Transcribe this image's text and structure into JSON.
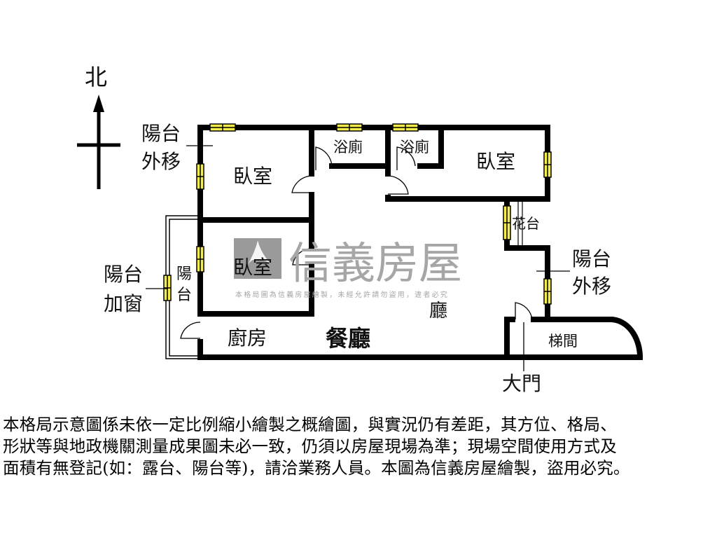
{
  "compass": {
    "label": "北"
  },
  "rooms": {
    "bedroom_1": "臥室",
    "bedroom_2": "臥室",
    "bedroom_3": "臥室",
    "bathroom_1": "浴廁",
    "bathroom_2": "浴廁",
    "living_room": "廳",
    "dining_room": "餐廳",
    "kitchen": "廚房",
    "stairwell": "梯間",
    "planter": "花台",
    "balcony_small_line1": "陽",
    "balcony_small_line2": "台"
  },
  "annotations": {
    "balcony_moved_nw_line1": "陽台",
    "balcony_moved_nw_line2": "外移",
    "balcony_moved_e_line1": "陽台",
    "balcony_moved_e_line2": "外移",
    "balcony_window_line1": "陽台",
    "balcony_window_line2": "加窗",
    "main_door": "大門"
  },
  "watermark": {
    "brand": "信義房屋",
    "notice": "本格局圖為信義房屋繪製，未經允許請勿盜用，違者必究"
  },
  "colors": {
    "wall": "#000000",
    "window_fill": "#f5ee4a",
    "watermark": "#a6a6a6",
    "logo_bg": "#9a9a9a"
  },
  "disclaimer": {
    "line1": "本格局示意圖係未依一定比例縮小繪製之概繪圖，與實況仍有差距，其方位、格局、",
    "line2": "形狀等與地政機關測量成果圖未必一致，仍須以房屋現場為準；現場空間使用方式及",
    "line3": "面積有無登記(如：露台、陽台等)，請洽業務人員。本圖為信義房屋繪製，盜用必究。"
  }
}
